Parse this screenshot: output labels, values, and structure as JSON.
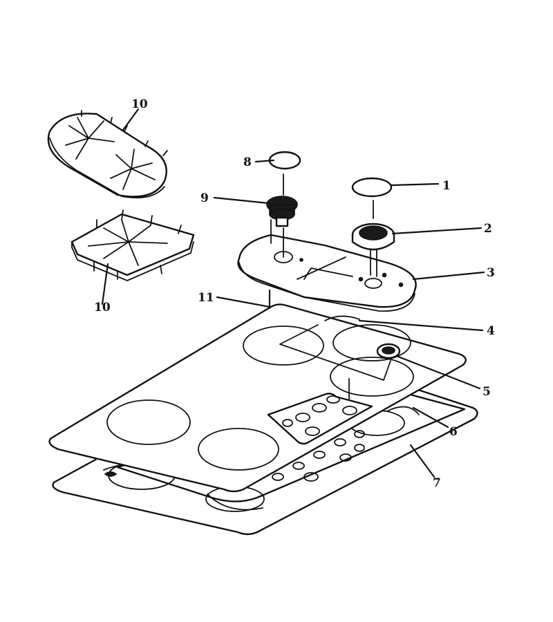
{
  "callouts": {
    "c1": "1",
    "c2": "2",
    "c3": "3",
    "c4": "4",
    "c5": "5",
    "c6": "6",
    "c7": "7",
    "c8": "8",
    "c9": "9",
    "c10a": "10",
    "c10b": "10",
    "c11": "11"
  },
  "colors": {
    "line": "#111111",
    "background": "#ffffff"
  }
}
